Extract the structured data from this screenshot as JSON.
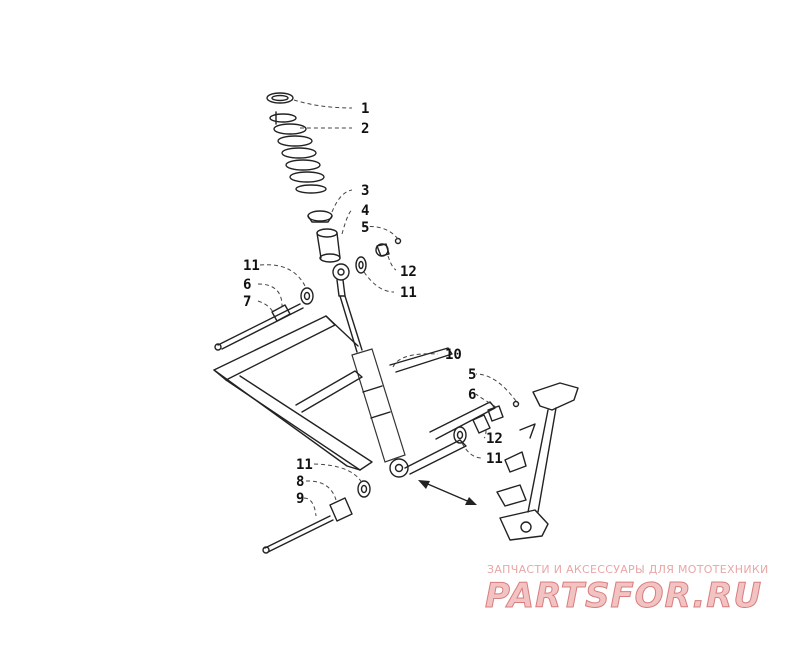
{
  "callouts": [
    "1",
    "2",
    "3",
    "4",
    "5",
    "12",
    "11",
    "11",
    "6",
    "7",
    "10",
    "5",
    "6",
    "12",
    "11",
    "11",
    "8",
    "9"
  ],
  "watermark": {
    "caption": "ЗАПЧАСТИ И АКСЕССУАРЫ ДЛЯ МОТОТЕХНИКИ",
    "logo": "PARTSFOR.RU"
  },
  "colors": {
    "line": "#222222",
    "watermark": "#d97d7d"
  }
}
